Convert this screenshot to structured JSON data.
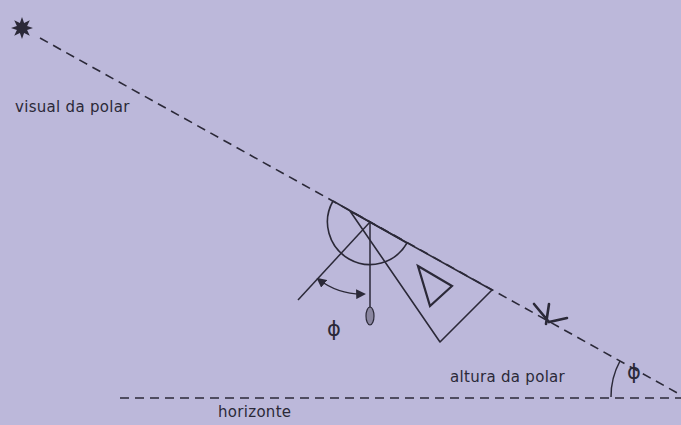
{
  "diagram": {
    "labels": [
      "visual da polar",
      "ϕ",
      "altura da polar",
      "ϕ",
      "horizonte"
    ]
  }
}
